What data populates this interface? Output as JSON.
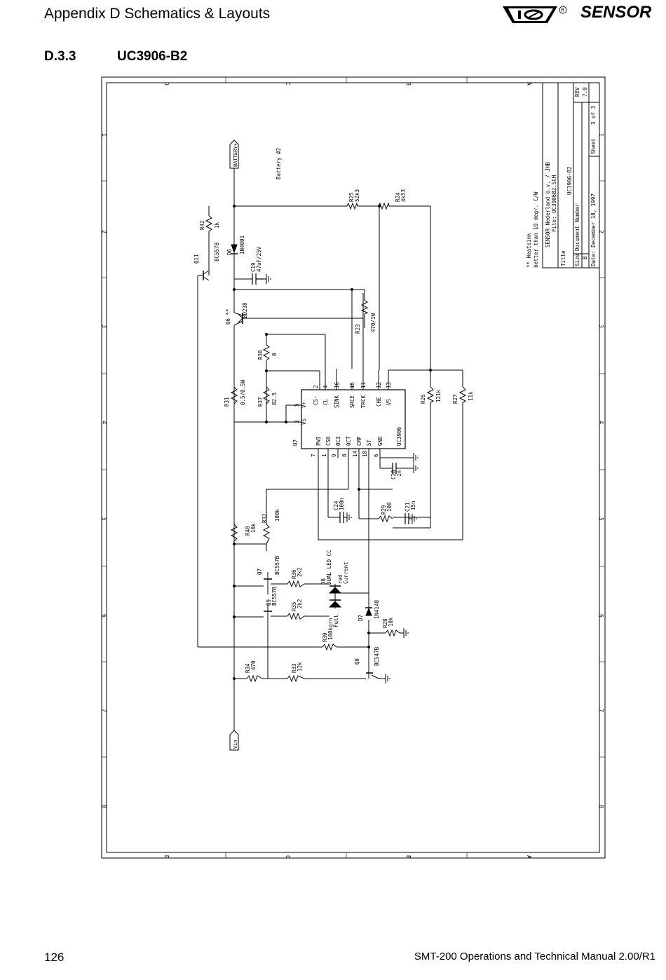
{
  "header": {
    "left_title": "Appendix D Schematics & Layouts",
    "brand": "SENSOR",
    "registered": "®"
  },
  "section": {
    "number": "D.3.3",
    "title": "UC3906-B2"
  },
  "schematic": {
    "border_letters": [
      "D",
      "C",
      "B",
      "A"
    ],
    "border_numbers": [
      "1",
      "2",
      "3",
      "4",
      "5",
      "6",
      "7",
      "8"
    ],
    "title_block": {
      "note_heatsink": "** Heatsink",
      "note_better": "better than 10 degr. C/W",
      "company": "SENSOR Nederland b.v. / JHB",
      "file": "File: UC3906B2.SCH",
      "title_label": "Title",
      "title_value": "UC3906-B2",
      "size_label": "Size",
      "size_value": "B",
      "docnum_label": "Document Number",
      "rev_label": "REV",
      "rev_value": "7.0",
      "date": "Date:  December 18, 1997",
      "sheet_label": "Sheet",
      "sheet_value": "3  of  3"
    },
    "nets": {
      "battery": "BATTERY+",
      "battery_note": "Battery #2",
      "vin": "Vin"
    },
    "ic": {
      "ref": "U7",
      "part": "UC3906",
      "left_pins": [
        {
          "num": "5",
          "name": "V+"
        },
        {
          "num": "3",
          "name": "VS"
        }
      ],
      "top_pins": [
        {
          "num": "2",
          "name": "CS-"
        },
        {
          "num": "4",
          "name": "CL"
        },
        {
          "num": "16",
          "name": "SINK"
        },
        {
          "num": "15",
          "name": "SRCE"
        },
        {
          "num": "11",
          "name": "TRCK"
        },
        {
          "num": "12",
          "name": "CHE"
        },
        {
          "num": "13",
          "name": "VS"
        }
      ],
      "bottom_pins": [
        {
          "num": "7",
          "name": "PWI"
        },
        {
          "num": "1",
          "name": "CSO"
        },
        {
          "num": "9",
          "name": "OCI"
        },
        {
          "num": "8",
          "name": "OCT"
        },
        {
          "num": "14",
          "name": "CMP"
        },
        {
          "num": "10",
          "name": "ST"
        },
        {
          "num": "6",
          "name": "GND"
        }
      ]
    },
    "components": {
      "R42": {
        "ref": "R42",
        "value": "1k"
      },
      "Q11": {
        "ref": "Q11",
        "value": "BC557B"
      },
      "D6": {
        "ref": "D6",
        "value": "1N4001"
      },
      "C19": {
        "ref": "C19",
        "value": "47uF/25V"
      },
      "Q6": {
        "ref": "Q6 **",
        "value": "BD238"
      },
      "R38": {
        "ref": "R38",
        "value": "0"
      },
      "R31": {
        "ref": "R31",
        "value": "0.5/0.5W"
      },
      "R37": {
        "ref": "R37",
        "value": "82.5"
      },
      "R25": {
        "ref": "R25",
        "value": "52k3"
      },
      "R24": {
        "ref": "R24",
        "value": "4k53"
      },
      "R23": {
        "ref": "R23",
        "value": "470/1W"
      },
      "R26": {
        "ref": "R26",
        "value": "121k"
      },
      "R27": {
        "ref": "R27",
        "value": "11k"
      },
      "C20": {
        "ref": "C20",
        "value": "1n"
      },
      "C24": {
        "ref": "C24",
        "value": "100n"
      },
      "R29": {
        "ref": "R29",
        "value": "100"
      },
      "C21": {
        "ref": "C21",
        "value": "15n"
      },
      "R32": {
        "ref": "R32",
        "value": "100k"
      },
      "R40": {
        "ref": "R40",
        "value": "10k"
      },
      "Q7": {
        "ref": "Q7",
        "value": "BC557B"
      },
      "R36": {
        "ref": "R36",
        "value": "2k2"
      },
      "D8": {
        "ref": "D8",
        "value": "DUAL LED CC"
      },
      "led_red": {
        "color": "red",
        "meaning": "Current"
      },
      "led_grn": {
        "color": "grn",
        "meaning": "Full"
      },
      "Q9": {
        "ref": "Q9",
        "value": "BC557B"
      },
      "R35": {
        "ref": "R35",
        "value": "2k2"
      },
      "D7": {
        "ref": "D7",
        "value": "1N4148"
      },
      "R28": {
        "ref": "R28",
        "value": "10k"
      },
      "R30": {
        "ref": "R30",
        "value": "100k"
      },
      "Q8": {
        "ref": "Q8",
        "value": "BC547B"
      },
      "R34": {
        "ref": "R34",
        "value": "470"
      },
      "R33": {
        "ref": "R33",
        "value": "12k"
      }
    }
  },
  "footer": {
    "page_number": "126",
    "manual": "SMT-200 Operations and Technical Manual 2.00/R1"
  }
}
